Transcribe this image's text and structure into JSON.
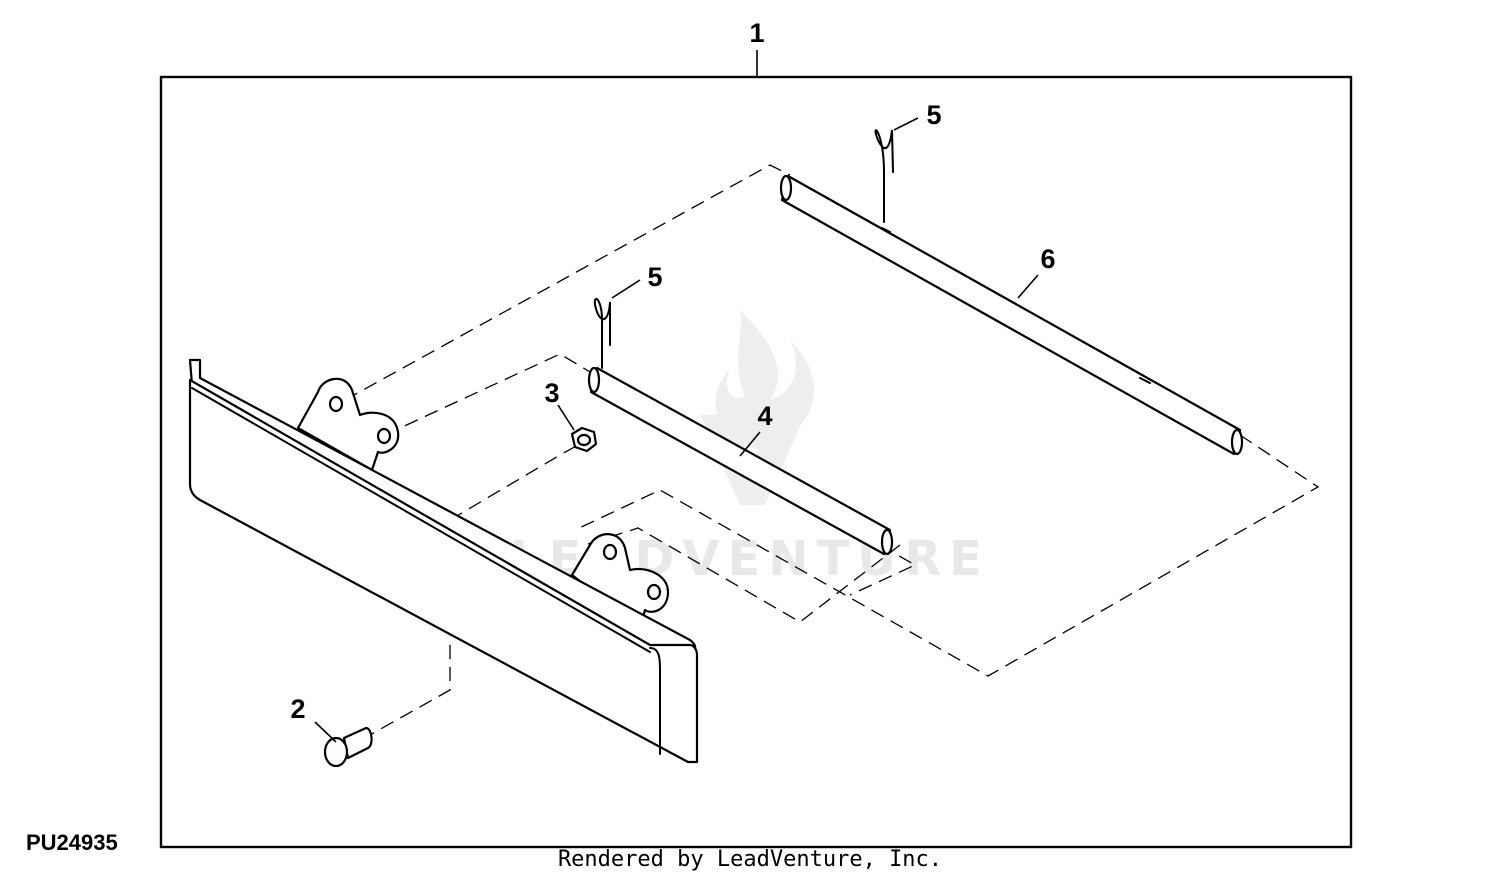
{
  "figure_code": "PU24935",
  "footer": "Rendered by LeadVenture, Inc.",
  "watermark": "LEADVENTURE",
  "callouts": {
    "c1": "1",
    "c2": "2",
    "c3": "3",
    "c4": "4",
    "c5a": "5",
    "c5b": "5",
    "c6": "6"
  },
  "colors": {
    "line": "#000000",
    "background": "#ffffff",
    "watermark": "#e8e8e8"
  }
}
